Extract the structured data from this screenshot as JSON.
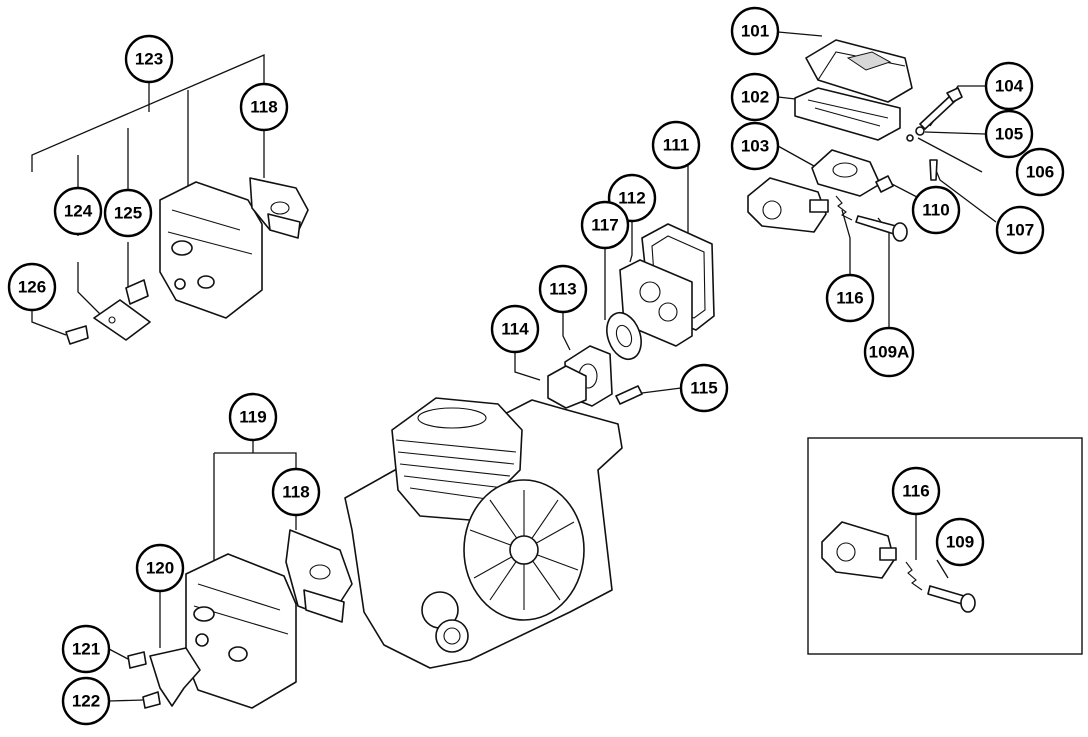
{
  "diagram": {
    "callouts": [
      {
        "label": "101"
      },
      {
        "label": "102"
      },
      {
        "label": "103"
      },
      {
        "label": "104"
      },
      {
        "label": "105"
      },
      {
        "label": "106"
      },
      {
        "label": "107"
      },
      {
        "label": "110"
      },
      {
        "label": "116"
      },
      {
        "label": "109A"
      },
      {
        "label": "111"
      },
      {
        "label": "112"
      },
      {
        "label": "117"
      },
      {
        "label": "113"
      },
      {
        "label": "114"
      },
      {
        "label": "115"
      },
      {
        "label": "123"
      },
      {
        "label": "118"
      },
      {
        "label": "124"
      },
      {
        "label": "125"
      },
      {
        "label": "126"
      },
      {
        "label": "119"
      },
      {
        "label": "118"
      },
      {
        "label": "120"
      },
      {
        "label": "121"
      },
      {
        "label": "122"
      },
      {
        "label": "116"
      },
      {
        "label": "109"
      }
    ]
  }
}
